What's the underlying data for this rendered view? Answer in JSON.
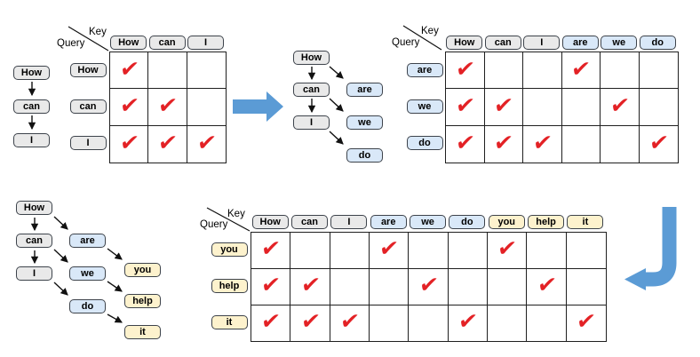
{
  "colors": {
    "accent_blue": "#5b9bd5",
    "check_red": "#e32125",
    "gray_token_fill": "#e9e9e9",
    "blue_token_fill": "#d9e8f8",
    "yellow_token_fill": "#fdf2cd",
    "token_border": "#3d434b",
    "grid_border": "#1f1f1f"
  },
  "check_icon": "✔",
  "axis": {
    "key_label": "Key",
    "query_label": "Query"
  },
  "step1": {
    "chain": [
      {
        "label": "How",
        "type": "gray"
      },
      {
        "label": "can",
        "type": "gray"
      },
      {
        "label": "I",
        "type": "gray"
      }
    ],
    "matrix": {
      "keys": [
        {
          "label": "How",
          "type": "gray"
        },
        {
          "label": "can",
          "type": "gray"
        },
        {
          "label": "I",
          "type": "gray"
        }
      ],
      "queries": [
        {
          "label": "How",
          "type": "gray"
        },
        {
          "label": "can",
          "type": "gray"
        },
        {
          "label": "I",
          "type": "gray"
        }
      ],
      "pattern": [
        [
          1,
          0,
          0
        ],
        [
          1,
          1,
          0
        ],
        [
          1,
          1,
          1
        ]
      ]
    }
  },
  "step2": {
    "chain": [
      {
        "label": "How",
        "type": "gray"
      },
      {
        "label": "can",
        "type": "gray"
      },
      {
        "label": "I",
        "type": "gray"
      },
      {
        "label": "are",
        "type": "blue"
      },
      {
        "label": "we",
        "type": "blue"
      },
      {
        "label": "do",
        "type": "blue"
      }
    ],
    "matrix": {
      "keys": [
        {
          "label": "How",
          "type": "gray"
        },
        {
          "label": "can",
          "type": "gray"
        },
        {
          "label": "I",
          "type": "gray"
        },
        {
          "label": "are",
          "type": "blue"
        },
        {
          "label": "we",
          "type": "blue"
        },
        {
          "label": "do",
          "type": "blue"
        }
      ],
      "queries": [
        {
          "label": "are",
          "type": "blue"
        },
        {
          "label": "we",
          "type": "blue"
        },
        {
          "label": "do",
          "type": "blue"
        }
      ],
      "pattern": [
        [
          1,
          0,
          0,
          1,
          0,
          0
        ],
        [
          1,
          1,
          0,
          0,
          1,
          0
        ],
        [
          1,
          1,
          1,
          0,
          0,
          1
        ]
      ]
    }
  },
  "step3": {
    "chain": [
      {
        "label": "How",
        "type": "gray"
      },
      {
        "label": "can",
        "type": "gray"
      },
      {
        "label": "I",
        "type": "gray"
      },
      {
        "label": "are",
        "type": "blue"
      },
      {
        "label": "we",
        "type": "blue"
      },
      {
        "label": "do",
        "type": "blue"
      },
      {
        "label": "you",
        "type": "yellow"
      },
      {
        "label": "help",
        "type": "yellow"
      },
      {
        "label": "it",
        "type": "yellow"
      }
    ],
    "matrix": {
      "keys": [
        {
          "label": "How",
          "type": "gray"
        },
        {
          "label": "can",
          "type": "gray"
        },
        {
          "label": "I",
          "type": "gray"
        },
        {
          "label": "are",
          "type": "blue"
        },
        {
          "label": "we",
          "type": "blue"
        },
        {
          "label": "do",
          "type": "blue"
        },
        {
          "label": "you",
          "type": "yellow"
        },
        {
          "label": "help",
          "type": "yellow"
        },
        {
          "label": "it",
          "type": "yellow"
        }
      ],
      "queries": [
        {
          "label": "you",
          "type": "yellow"
        },
        {
          "label": "help",
          "type": "yellow"
        },
        {
          "label": "it",
          "type": "yellow"
        }
      ],
      "pattern": [
        [
          1,
          0,
          0,
          1,
          0,
          0,
          1,
          0,
          0
        ],
        [
          1,
          1,
          0,
          0,
          1,
          0,
          0,
          1,
          0
        ],
        [
          1,
          1,
          1,
          0,
          0,
          1,
          0,
          0,
          1
        ]
      ]
    }
  }
}
